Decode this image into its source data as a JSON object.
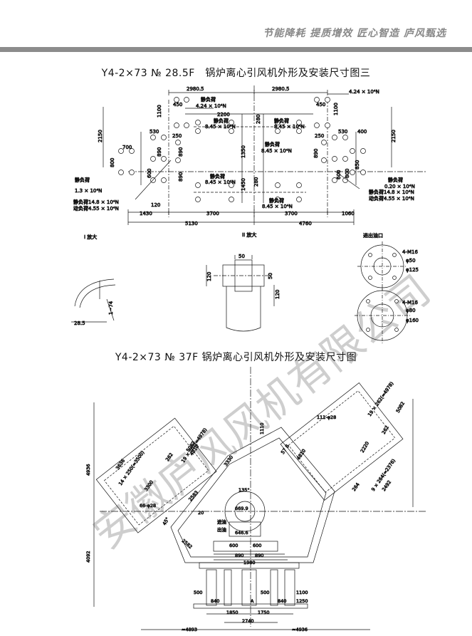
{
  "header": {
    "slogan": "节能降耗 提质增效 匠心智造 庐风甄选"
  },
  "figure1": {
    "title": "Y4-2×73 № 28.5F　锅炉离心引风机外形及安装尺寸图三",
    "dims": {
      "d2980_left": "2980.5",
      "d2980_right": "2980.5",
      "d450_l": "450",
      "d450_r": "450",
      "d1100_l": "1100",
      "d1100_r": "1100",
      "d2200": "2200",
      "d280_top": "280",
      "d280_bot": "280",
      "d2150_l": "2150",
      "d2150_r": "2150",
      "d530_l": "530",
      "d530_r": "530",
      "d250_l": "250",
      "d250_r": "250",
      "d400": "400",
      "d700": "700",
      "d800": "800",
      "d600": "600",
      "d890_a": "890",
      "d890_b": "890",
      "d890_c": "890",
      "d890_d": "890",
      "d1350": "1350",
      "d1450": "1450",
      "d120": "120",
      "d850": "850",
      "d600_r": "600",
      "d800_r": "800",
      "d1430": "1430",
      "d3700_l": "3700",
      "d3700_r": "3700",
      "d1060": "1060",
      "d5130": "5130",
      "d4760": "4760"
    },
    "loads": {
      "l_top_left_1": "静负荷",
      "l_top_left_2": "4.24 × 10⁴N",
      "l_top_right": "4.24 × 10⁴N",
      "l_mid_1": "静负荷",
      "l_mid_2": "8.45 × 10⁴N",
      "l_mid_3": "静负荷",
      "l_mid_4": "8.45 × 10⁴N",
      "l_right_1": "静负荷",
      "l_right_2": "8.45 × 10⁴N",
      "l_low_1": "静负荷",
      "l_low_2": "8.45 × 10⁴N",
      "l_low_3": "静负荷",
      "l_low_4": "8.45 × 10⁴N",
      "l_bl_1": "静负荷",
      "l_bl_2": "1.3 × 10⁴N",
      "l_bl_3": "静负荷14.8 × 10⁴N",
      "l_bl_4": "动负荷4.55 × 10⁴N",
      "l_br_1": "静负荷",
      "l_br_2": "0.20 × 10⁴N",
      "l_br_3": "静负荷14.8 × 10⁴N",
      "l_br_4": "动负荷4.55 × 10⁴N"
    },
    "detail_I": {
      "title": "I 放大",
      "d1": "1~74",
      "d2": "28.5"
    },
    "detail_II": {
      "title": "II 放大",
      "d1": "50",
      "d2": "50",
      "d3": "120",
      "d4": "120"
    },
    "inlet": {
      "title": "进出油口",
      "a1": "4-M16",
      "a2": "φ50",
      "a3": "φ125",
      "b1": "4-M16",
      "b2": "φ80",
      "b3": "φ160"
    }
  },
  "figure2": {
    "title": "Y4-2×73 № 37F 锅炉离心引风机外形及安装尺寸图",
    "dims": {
      "d4936_l": "4936",
      "d4092": "4092",
      "d3300": "3300",
      "d3330": "3330",
      "d2583": "2583",
      "d2582": "2582",
      "d1110": "1110",
      "d2220": "2220",
      "d4810_a": "4810",
      "d4810_b": "4810",
      "d5082_a": "5082",
      "d5082_b": "5082",
      "d578": "57 8",
      "d262_a": "262",
      "d262_b": "262",
      "d19_a": "19 × 262(=4978)",
      "d19_b": "19 × 262(=4978)",
      "d14_a": "14 × 250(=3500)",
      "d9_a": "9 × 264(=2376)",
      "d3636": "3636",
      "d2492": "2492",
      "d264": "264",
      "d111": "111-φ28",
      "d66": "66-φ28",
      "d135": "135°",
      "d45": "45°",
      "d20": "20",
      "d669": "669.9",
      "d646": "646.6",
      "d600_a": "600",
      "d600_b": "600",
      "d890_a": "890",
      "d890_b": "890",
      "d1980": "1980",
      "d500_a": "500",
      "d500_b": "500",
      "d840_a": "840",
      "d840_b": "840",
      "d1100": "1100",
      "d1250": "1250",
      "d1850": "1850",
      "d1750": "1750",
      "d2740": "2740",
      "d4893": "≈4893",
      "d4936_b": "≈4936",
      "inlet": "进油",
      "outlet": "出油",
      "mark_a": "A"
    }
  },
  "watermark": {
    "text": "安徽庐风风机有限公司"
  }
}
